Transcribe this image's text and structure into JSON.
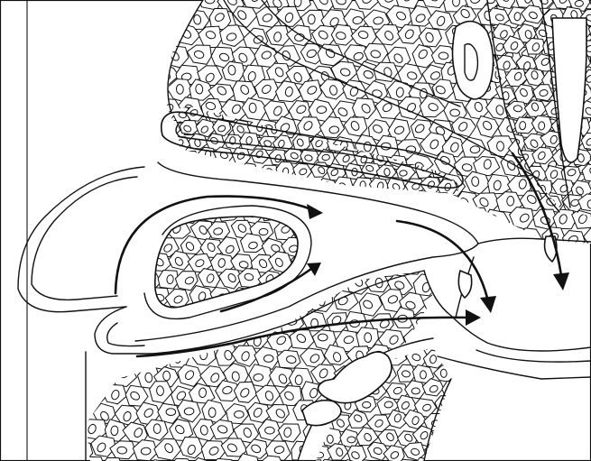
{
  "figure": {
    "background": "#ffffff",
    "line_color": "#111111",
    "labels": []
  },
  "arrows": [
    {
      "name": "upper-passage-flow-arrow"
    },
    {
      "name": "upper-fold-tip-arrow"
    },
    {
      "name": "lower-passage-flow-arrow"
    },
    {
      "name": "central-channel-arrow"
    },
    {
      "name": "right-descending-arrow"
    }
  ],
  "cell_fields": [
    {
      "name": "upper-right-epithelium"
    },
    {
      "name": "upper-fold-epithelium"
    },
    {
      "name": "middle-fold-epithelium"
    },
    {
      "name": "lower-left-epithelium"
    },
    {
      "name": "lower-right-epithelium"
    },
    {
      "name": "right-column-epithelium"
    }
  ]
}
